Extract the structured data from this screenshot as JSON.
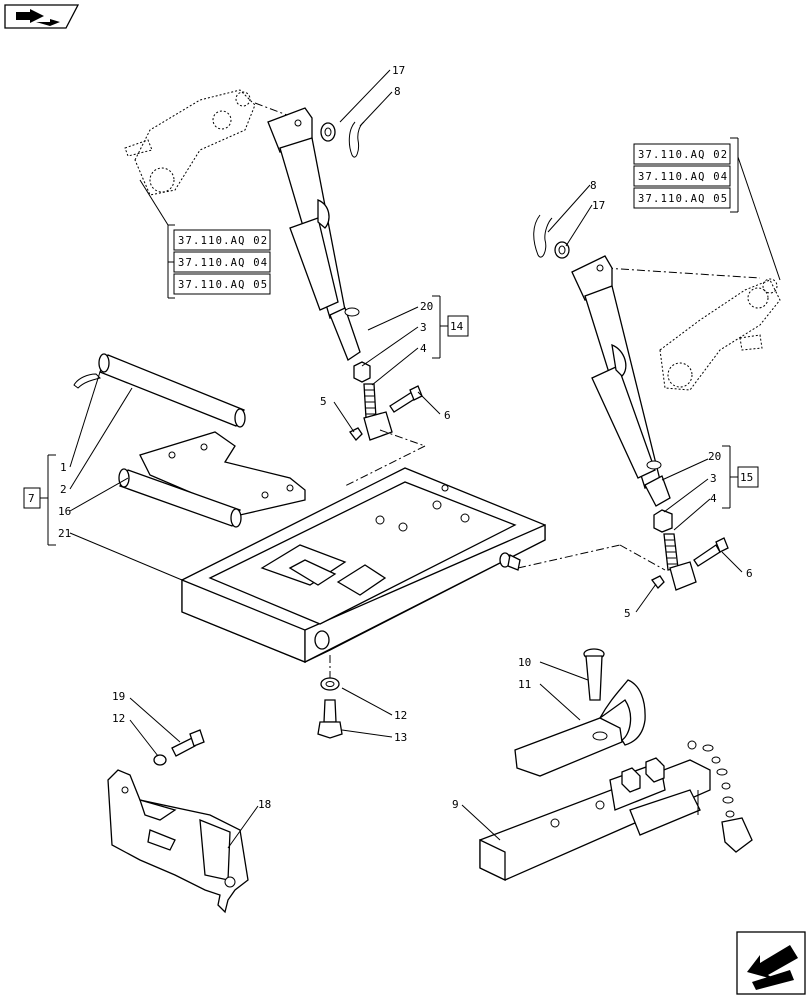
{
  "diagram": {
    "refs": {
      "left": [
        "37.110.AQ 02",
        "37.110.AQ 04",
        "37.110.AQ 05"
      ],
      "right": [
        "37.110.AQ 02",
        "37.110.AQ 04",
        "37.110.AQ 05"
      ]
    },
    "boxes": {
      "group_7": "7",
      "group_14": "14",
      "group_15": "15"
    },
    "callouts": {
      "c17a": "17",
      "c8a": "8",
      "c8b": "8",
      "c17b": "17",
      "c20a": "20",
      "c3a": "3",
      "c4a": "4",
      "c5a": "5",
      "c6a": "6",
      "c1": "1",
      "c2": "2",
      "c16": "16",
      "c21": "21",
      "c20b": "20",
      "c3b": "3",
      "c4b": "4",
      "c6b": "6",
      "c5b": "5",
      "c10": "10",
      "c11": "11",
      "c12a": "12",
      "c13": "13",
      "c19": "19",
      "c12b": "12",
      "c18": "18",
      "c9": "9"
    }
  }
}
